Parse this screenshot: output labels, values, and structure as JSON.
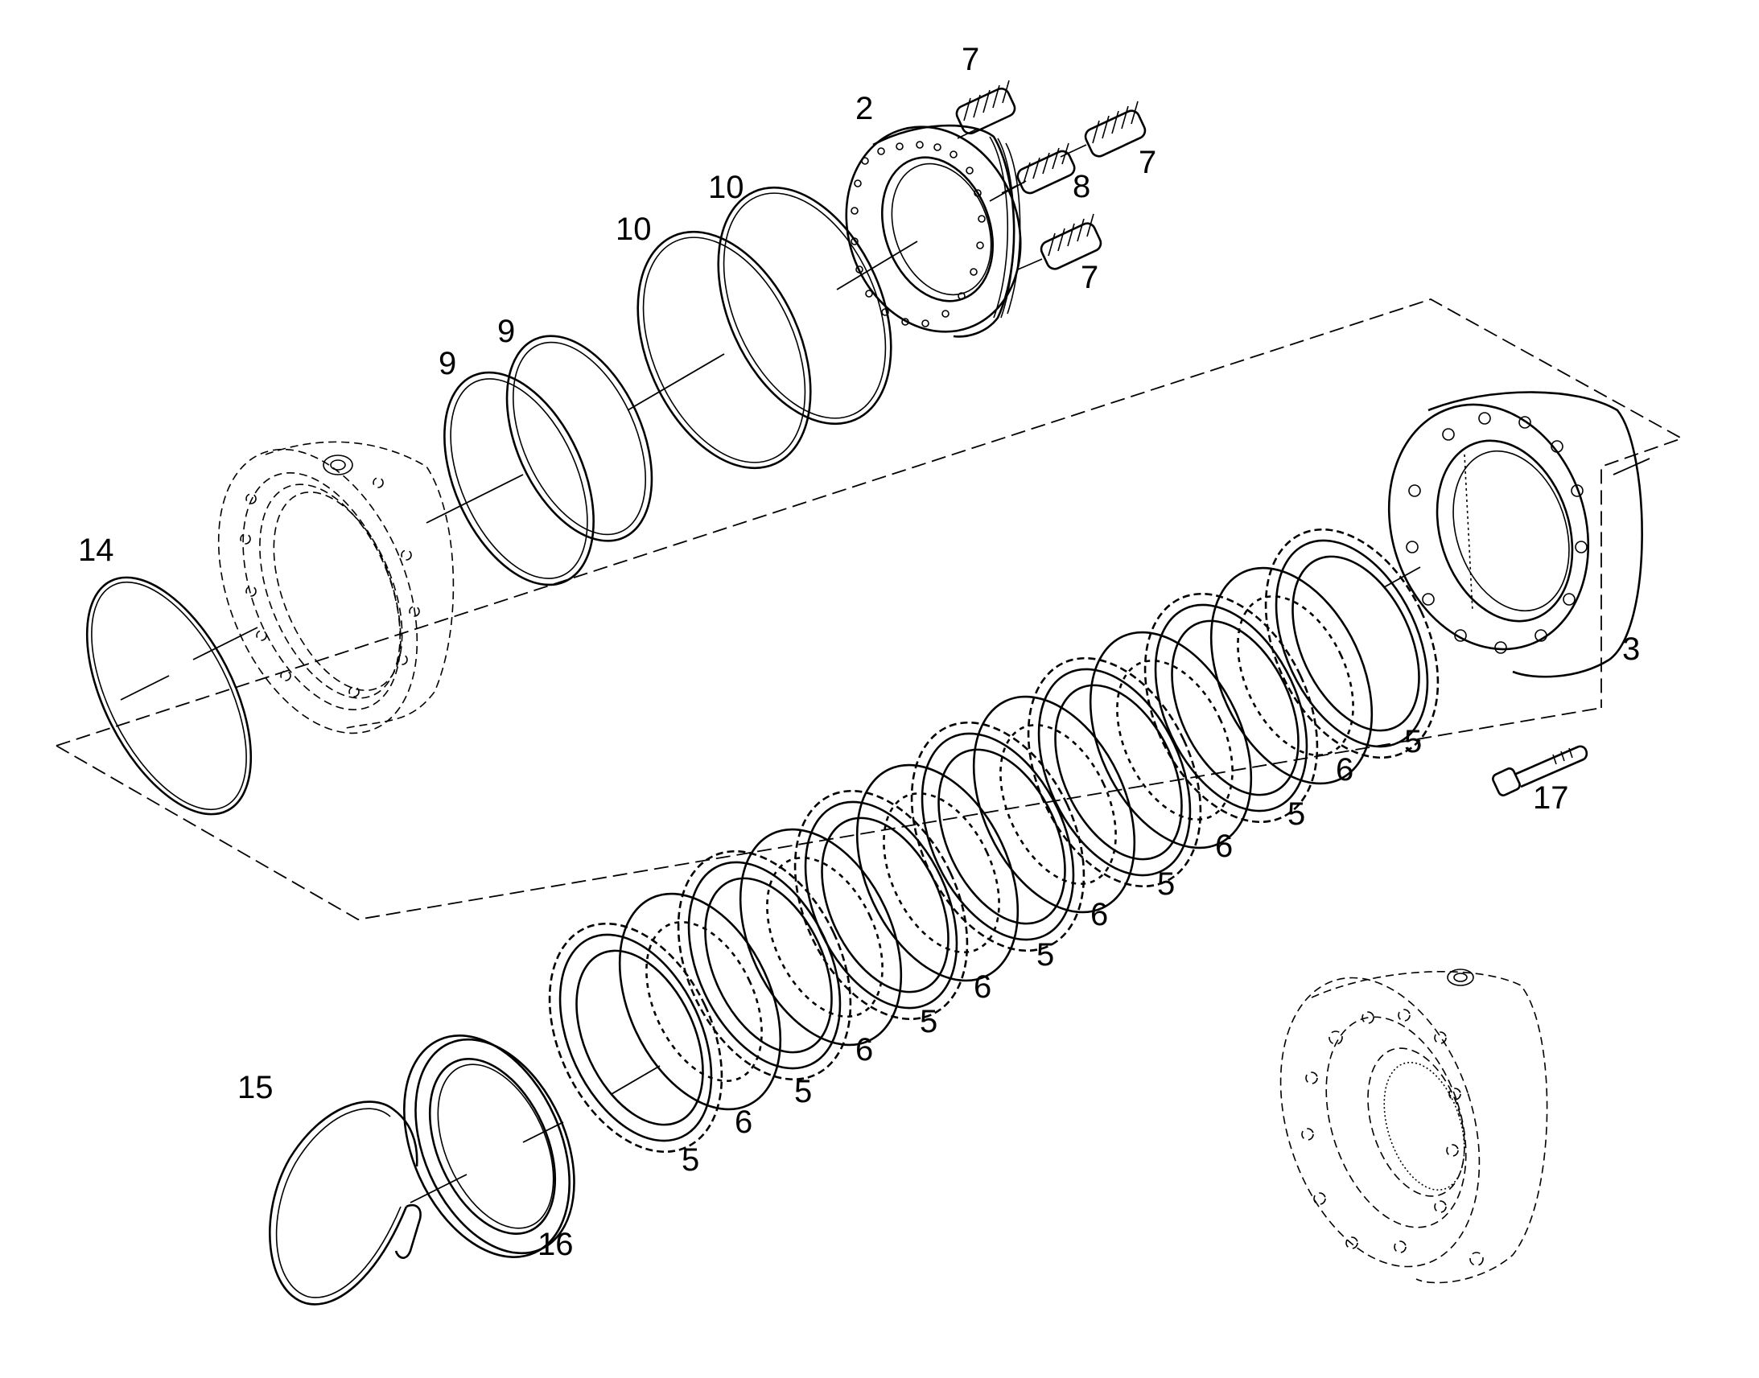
{
  "callouts": {
    "c2": "2",
    "c3": "3",
    "c5": "5",
    "c6": "6",
    "c7": "7",
    "c8": "8",
    "c9": "9",
    "c10": "10",
    "c14": "14",
    "c15": "15",
    "c16": "16",
    "c17": "17"
  },
  "colors": {
    "line": "#000000",
    "background": "#ffffff"
  }
}
